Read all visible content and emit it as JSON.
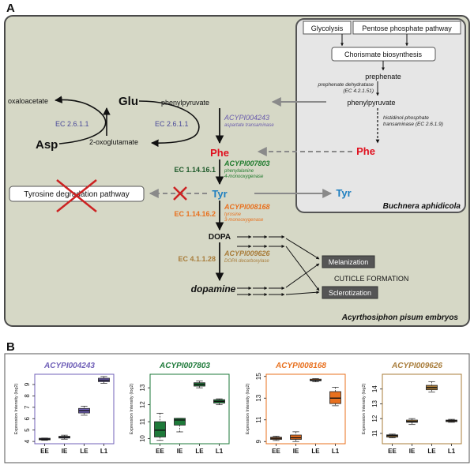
{
  "panel_a": {
    "letter": "A",
    "organism": "Acyrthosiphon pisum embryos",
    "buchnera": {
      "title": "Buchnera aphidicola",
      "glycolysis": "Glycolysis",
      "pentose": "Pentose phosphate pathway",
      "chorismate": "Chorismate biosynthesis",
      "prephenate": "prephenate",
      "prephenate_enzyme": "prephenate dehydratase",
      "prephenate_ec": "(EC 4.2.1.51)",
      "phenylpyruvate": "phenylpyruvate",
      "histidinol_1": "histidinol-phosphate",
      "histidinol_2": "transaminase (EC 2.6.1.9)",
      "phe": "Phe",
      "tyr": "Tyr"
    },
    "host": {
      "oxaloacetate": "oxaloacetate",
      "glu": "Glu",
      "asp": "Asp",
      "ec_left": "EC 2.6.1.1",
      "oxoglutamate": "2-oxoglutamate",
      "phenylpyruvate": "phenylpyruvate",
      "ec_aat": "EC 2.6.1.1",
      "gene1": "ACYPI004243",
      "gene1_desc": "aspartate transaminase",
      "phe": "Phe",
      "ec_pah": "EC 1.14.16.1",
      "gene2": "ACYPI007803",
      "gene2_desc_1": "phenylalanine",
      "gene2_desc_2": "4-monooxygenase",
      "tyr": "Tyr",
      "tyrosine_degradation": "Tyrosine degradation pathway",
      "ec_th": "EC 1.14.16.2",
      "gene3": "ACYPI008168",
      "gene3_desc_1": "tyrosine",
      "gene3_desc_2": "3-monooxygenase",
      "dopa": "DOPA",
      "ec_ddc": "EC 4.1.1.28",
      "gene4": "ACYPI009626",
      "gene4_desc": "DOPA decarboxylase",
      "dopamine": "dopamine",
      "melanization": "Melanization",
      "cuticle": "CUTICLE FORMATION",
      "sclerotization": "Sclerotization"
    }
  },
  "panel_b": {
    "letter": "B",
    "ylabel": "Expression Intensity (log2)",
    "categories": [
      "EE",
      "IE",
      "LE",
      "L1"
    ]
  },
  "colors": {
    "gene1": "#6a5cad",
    "gene2": "#1e7a2c",
    "gene3": "#e8701e",
    "gene4": "#a87c3a",
    "phe": "#e0101e",
    "tyr": "#1e7fc0",
    "panel_bg": "#d6d8c6",
    "buchnera_bg": "#e6e6e6",
    "cross": "#cc2222"
  },
  "chart_data": [
    {
      "type": "box",
      "title": "ACYPI004243",
      "color": "#7060b8",
      "ylim": [
        3.8,
        9.9
      ],
      "yticks": [
        4,
        5,
        6,
        7,
        8,
        9
      ],
      "categories": [
        "EE",
        "IE",
        "LE",
        "L1"
      ],
      "boxes": [
        {
          "min": 4.1,
          "q1": 4.15,
          "median": 4.2,
          "q3": 4.28,
          "max": 4.3
        },
        {
          "min": 4.2,
          "q1": 4.3,
          "median": 4.38,
          "q3": 4.45,
          "max": 4.55
        },
        {
          "min": 6.3,
          "q1": 6.5,
          "median": 6.7,
          "q3": 6.9,
          "max": 7.1
        },
        {
          "min": 9.1,
          "q1": 9.25,
          "median": 9.38,
          "q3": 9.55,
          "max": 9.7
        }
      ]
    },
    {
      "type": "box",
      "title": "ACYPI007803",
      "color": "#1e7a3a",
      "ylim": [
        9.7,
        13.8
      ],
      "yticks": [
        10,
        11,
        12,
        13
      ],
      "categories": [
        "EE",
        "IE",
        "LE",
        "L1"
      ],
      "boxes": [
        {
          "min": 9.9,
          "q1": 10.1,
          "median": 10.5,
          "q3": 11.0,
          "max": 11.5
        },
        {
          "min": 10.4,
          "q1": 10.8,
          "median": 11.1,
          "q3": 11.2,
          "max": 11.2
        },
        {
          "min": 13.0,
          "q1": 13.1,
          "median": 13.2,
          "q3": 13.3,
          "max": 13.4
        },
        {
          "min": 12.0,
          "q1": 12.1,
          "median": 12.2,
          "q3": 12.3,
          "max": 12.35
        }
      ]
    },
    {
      "type": "box",
      "title": "ACYPI008168",
      "color": "#e8701e",
      "ylim": [
        8.8,
        15.2
      ],
      "yticks": [
        9,
        11,
        13,
        15
      ],
      "categories": [
        "EE",
        "IE",
        "LE",
        "L1"
      ],
      "boxes": [
        {
          "min": 9.1,
          "q1": 9.2,
          "median": 9.3,
          "q3": 9.4,
          "max": 9.5
        },
        {
          "min": 9.0,
          "q1": 9.2,
          "median": 9.35,
          "q3": 9.6,
          "max": 9.9
        },
        {
          "min": 14.5,
          "q1": 14.6,
          "median": 14.65,
          "q3": 14.75,
          "max": 14.8
        },
        {
          "min": 12.3,
          "q1": 12.5,
          "median": 13.0,
          "q3": 13.6,
          "max": 14.0
        }
      ]
    },
    {
      "type": "box",
      "title": "ACYPI009626",
      "color": "#a87c3a",
      "ylim": [
        10.3,
        15.0
      ],
      "yticks": [
        11,
        12,
        13,
        14
      ],
      "categories": [
        "EE",
        "IE",
        "LE",
        "L1"
      ],
      "boxes": [
        {
          "min": 10.7,
          "q1": 10.75,
          "median": 10.85,
          "q3": 10.9,
          "max": 10.95
        },
        {
          "min": 11.6,
          "q1": 11.75,
          "median": 11.8,
          "q3": 11.9,
          "max": 12.0
        },
        {
          "min": 13.8,
          "q1": 13.95,
          "median": 14.1,
          "q3": 14.25,
          "max": 14.5
        },
        {
          "min": 11.75,
          "q1": 11.8,
          "median": 11.85,
          "q3": 11.9,
          "max": 11.95
        }
      ]
    }
  ]
}
